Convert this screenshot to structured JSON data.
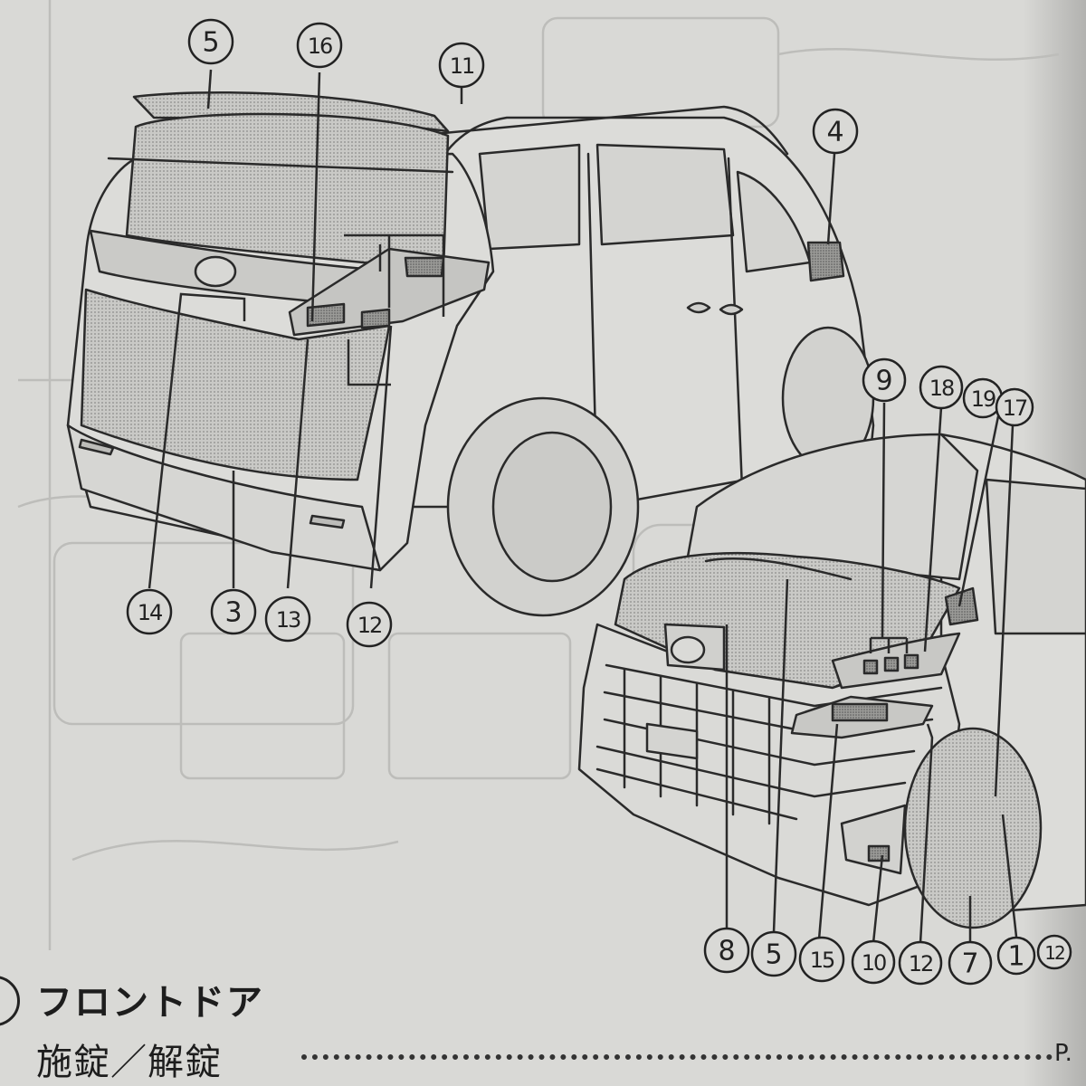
{
  "callouts": {
    "rear_view": [
      "5",
      "16",
      "11",
      "4",
      "14",
      "3",
      "13",
      "12"
    ],
    "front_view": [
      "9",
      "18",
      "19",
      "17",
      "8",
      "5",
      "15",
      "10",
      "12",
      "7",
      "1",
      "12"
    ]
  },
  "section": {
    "title": "フロントドア",
    "items": [
      {
        "label": "施錠／解錠",
        "page": "P."
      }
    ]
  }
}
